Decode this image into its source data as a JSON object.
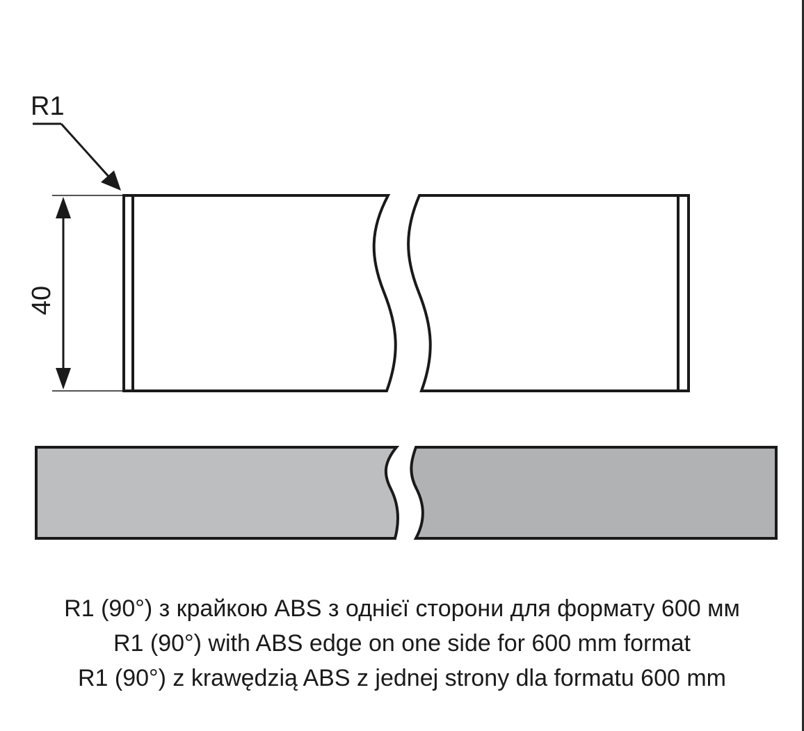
{
  "labels": {
    "radius": "R1",
    "height": "40"
  },
  "caption": {
    "line_uk": "R1 (90°) з крайкою ABS з однієї сторони для формату 600 мм",
    "line_en": "R1 (90°) with ABS edge on one side for 600 mm format",
    "line_pl": "R1 (90°) z krawędzią ABS z jednej strony dla formatu 600 mm"
  },
  "colors": {
    "line": "#1a1a1a",
    "profile_fill_left": "#bdbec0",
    "profile_fill_right": "#b1b2b4"
  }
}
